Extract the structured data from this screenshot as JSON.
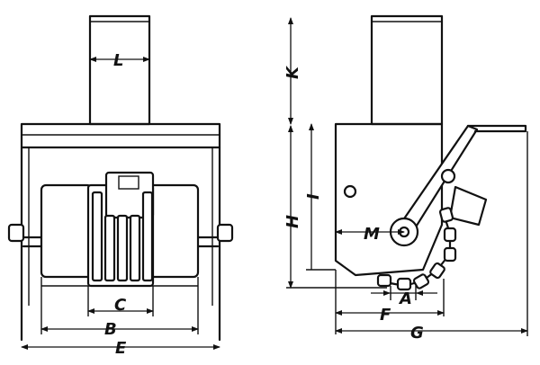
{
  "labels": {
    "L": "L",
    "C": "C",
    "B": "B",
    "E": "E",
    "K": "K",
    "I": "I",
    "H": "H",
    "M": "M",
    "A": "A",
    "F": "F",
    "G": "G"
  }
}
